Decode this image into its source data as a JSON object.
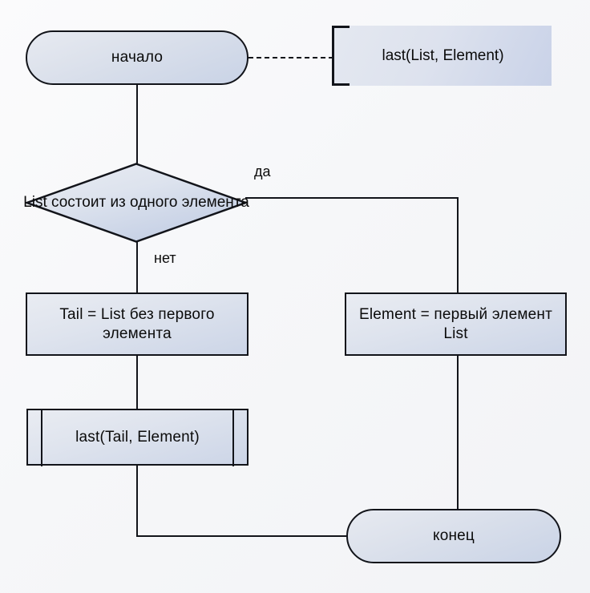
{
  "diagram": {
    "title": "last(List, Element) flowchart",
    "colors": {
      "stroke": "#12141a",
      "fill_light": "#e9ecf2",
      "fill_dark": "#c9d3e6",
      "text": "#0b0b0b",
      "background": "#f6f7f9"
    },
    "nodes": {
      "start": {
        "label": "начало",
        "shape": "terminal"
      },
      "note": {
        "label": "last(List, Element)",
        "shape": "annotation"
      },
      "decision": {
        "label": "List состоит из одного элемента",
        "shape": "diamond"
      },
      "process_tail": {
        "label": "Tail = List без первого элемента",
        "shape": "process"
      },
      "process_element": {
        "label": "Element = первый элемент List",
        "shape": "process"
      },
      "subroutine": {
        "label": "last(Tail, Element)",
        "shape": "predefined-process"
      },
      "end": {
        "label": "конец",
        "shape": "terminal"
      }
    },
    "edge_labels": {
      "yes": "да",
      "no": "нет"
    }
  }
}
